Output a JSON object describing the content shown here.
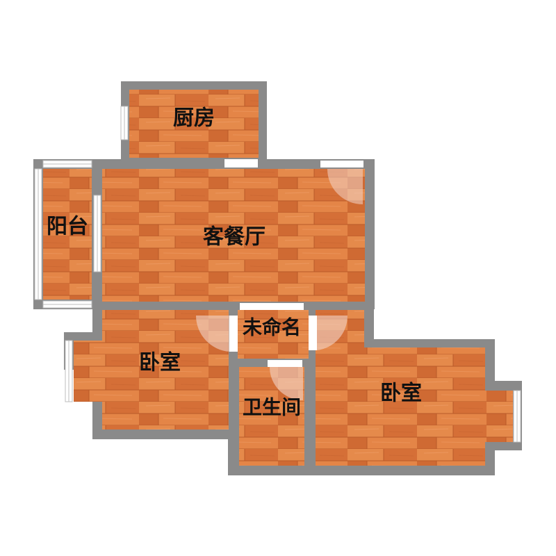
{
  "rooms": {
    "kitchen": "厨房",
    "balcony": "阳台",
    "living_dining": "客餐厅",
    "unnamed": "未命名",
    "bedroom_left": "卧室",
    "bathroom": "卫生间",
    "bedroom_right": "卧室"
  },
  "colors": {
    "wall": "#8a8a8a",
    "floor_light": "#e88a48",
    "floor_mid": "#d9733a",
    "floor_dark": "#c8652f",
    "window_frame": "#d8d8d8",
    "door_swing": "#f2d3c8"
  }
}
